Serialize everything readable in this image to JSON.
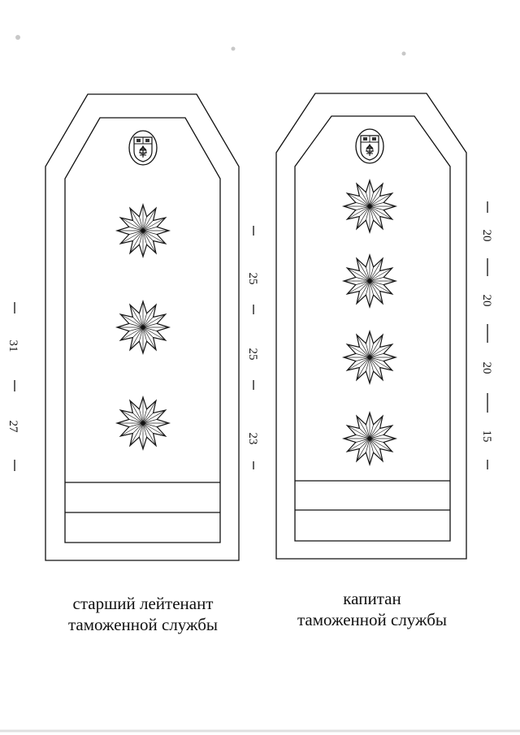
{
  "left_board": {
    "rank": "старший лейтенант",
    "service": "таможенной службы",
    "stars": 3,
    "dims_inner": [
      "25",
      "25",
      "23"
    ],
    "dims_outer": [
      "31",
      "27"
    ]
  },
  "right_board": {
    "rank": "капитан",
    "service": "таможенной службы",
    "stars": 4,
    "dims": [
      "20",
      "20",
      "20",
      "15"
    ]
  }
}
